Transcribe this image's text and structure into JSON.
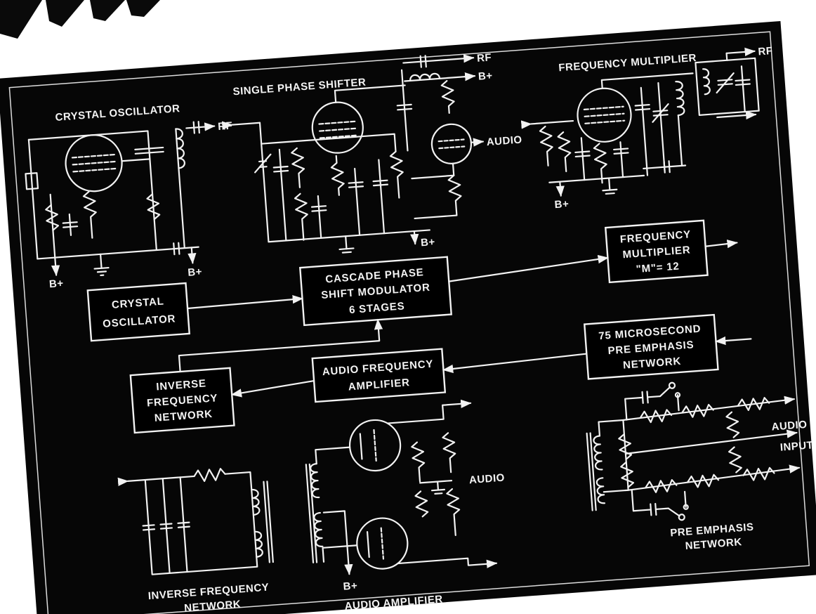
{
  "colors": {
    "panel": "#060606",
    "ink": "#f2f2f2",
    "background": "#ffffff"
  },
  "circuits": {
    "crystal_oscillator": {
      "title": "CRYSTAL OSCILLATOR",
      "rf": "RF",
      "bplus_left": "B+",
      "bplus_right": "B+"
    },
    "single_phase_shifter": {
      "title": "SINGLE PHASE SHIFTER",
      "rf": "RF",
      "bplus_top": "B+",
      "audio": "AUDIO",
      "bplus_bottom": "B+"
    },
    "frequency_multiplier": {
      "title": "FREQUENCY MULTIPLIER",
      "rf": "RF",
      "bplus": "B+"
    },
    "inverse_frequency_network": {
      "title_line1": "INVERSE FREQUENCY",
      "title_line2": "NETWORK"
    },
    "audio_amplifier": {
      "title": "AUDIO AMPLIFIER",
      "bplus": "B+",
      "audio": "AUDIO"
    },
    "pre_emphasis_network": {
      "title_line1": "PRE EMPHASIS",
      "title_line2": "NETWORK",
      "audio": "AUDIO",
      "input": "INPUT"
    }
  },
  "blocks": {
    "crystal_oscillator": {
      "line1": "CRYSTAL",
      "line2": "OSCILLATOR"
    },
    "cascade_modulator": {
      "line1": "CASCADE PHASE",
      "line2": "SHIFT MODULATOR",
      "line3": "6 STAGES"
    },
    "frequency_multiplier": {
      "line1": "FREQUENCY",
      "line2": "MULTIPLIER",
      "line3": "\"M\"= 12"
    },
    "pre_emphasis": {
      "line1": "75 MICROSECOND",
      "line2": "PRE EMPHASIS",
      "line3": "NETWORK"
    },
    "audio_frequency_amplifier": {
      "line1": "AUDIO FREQUENCY",
      "line2": "AMPLIFIER"
    },
    "inverse_frequency_network": {
      "line1": "INVERSE",
      "line2": "FREQUENCY",
      "line3": "NETWORK"
    }
  }
}
